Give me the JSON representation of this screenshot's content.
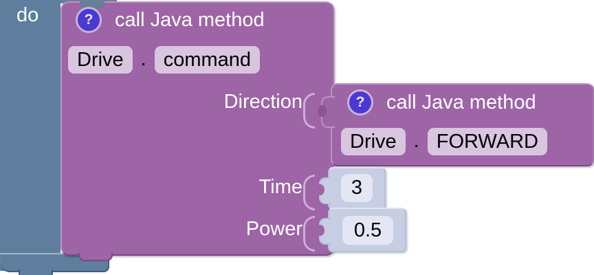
{
  "workspace": {
    "do_block": {
      "label": "do"
    },
    "outer_block": {
      "help": "?",
      "title": "call Java method",
      "object": "Drive",
      "dot": ".",
      "method": "command",
      "params": {
        "direction": "Direction",
        "time": "Time",
        "power": "Power"
      }
    },
    "direction_block": {
      "help": "?",
      "title": "call Java method",
      "object": "Drive",
      "dot": ".",
      "method": "FORWARD"
    },
    "time_block": {
      "value": "3"
    },
    "power_block": {
      "value": "0.5"
    }
  },
  "colors": {
    "statement_container": "#5f7e9e",
    "statement_border": "#3d5a78",
    "method_block": "#9d64a6",
    "method_block_border": "#bd93c6",
    "field_background": "#d9c5e0",
    "number_block": "#c7cee3",
    "number_field": "#e4e7f3",
    "help_icon_background": "#4a39d2",
    "label_text": "#ffffff",
    "field_text": "#000000"
  }
}
